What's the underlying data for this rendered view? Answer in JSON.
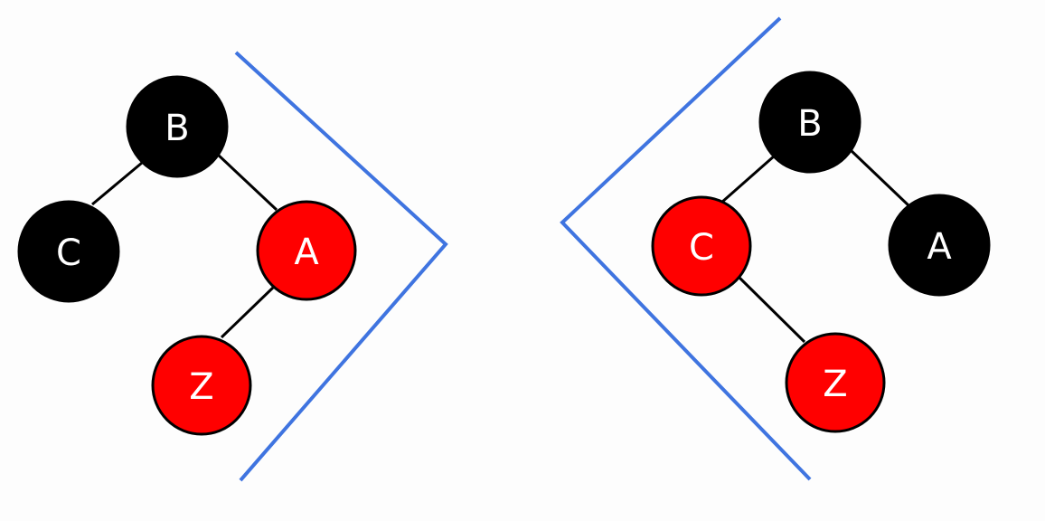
{
  "colors": {
    "black_node": "#000000",
    "red_node": "#ff0000",
    "bracket": "#3f74e0",
    "background": "#fdfdfd"
  },
  "left_tree": {
    "nodes": {
      "B": {
        "label": "B",
        "color": "black"
      },
      "C": {
        "label": "C",
        "color": "black"
      },
      "A": {
        "label": "A",
        "color": "red"
      },
      "Z": {
        "label": "Z",
        "color": "red"
      }
    }
  },
  "right_tree": {
    "nodes": {
      "B": {
        "label": "B",
        "color": "black"
      },
      "C": {
        "label": "C",
        "color": "red"
      },
      "A": {
        "label": "A",
        "color": "black"
      },
      "Z": {
        "label": "Z",
        "color": "red"
      }
    }
  }
}
